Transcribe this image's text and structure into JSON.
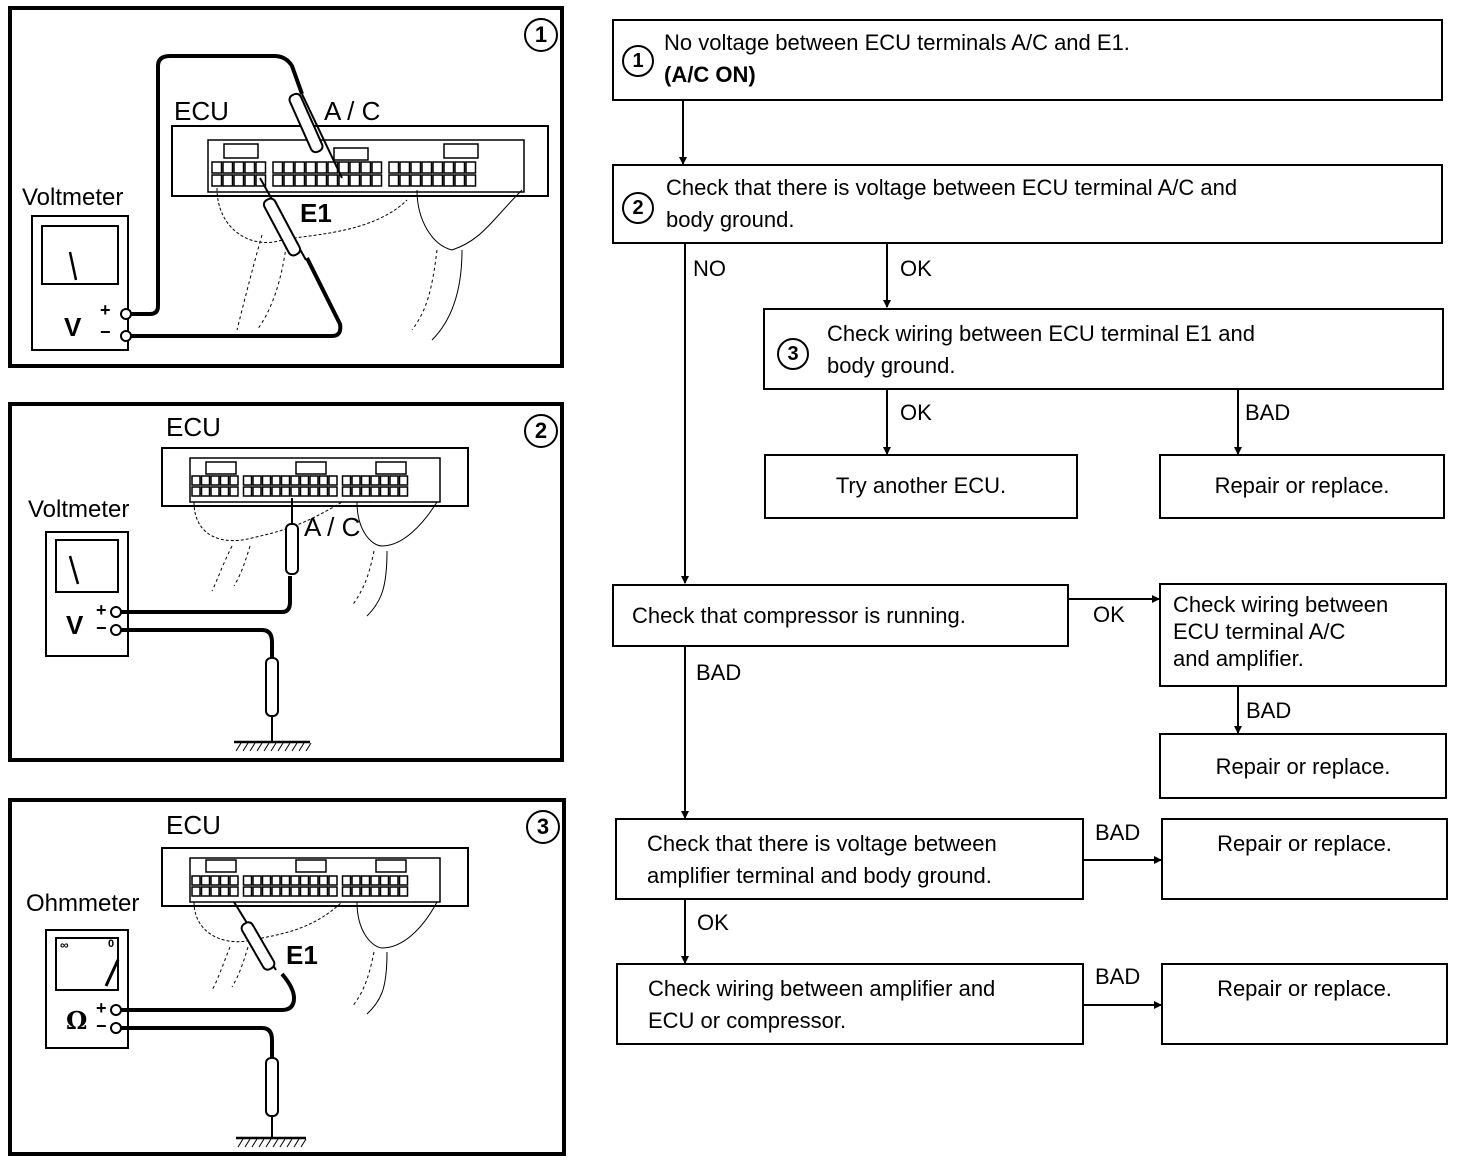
{
  "panels": [
    {
      "number": "1",
      "meter_label": "Voltmeter",
      "meter_symbol": "V",
      "ecu_label": "ECU",
      "terminal_labels": [
        "A / C",
        "E1"
      ],
      "plus": "+",
      "minus": "−"
    },
    {
      "number": "2",
      "meter_label": "Voltmeter",
      "meter_symbol": "V",
      "ecu_label": "ECU",
      "terminal_labels": [
        "A / C"
      ],
      "plus": "+",
      "minus": "−"
    },
    {
      "number": "3",
      "meter_label": "Ohmmeter",
      "meter_symbol": "Ω",
      "ecu_label": "ECU",
      "terminal_labels": [
        "E1"
      ],
      "plus": "+",
      "minus": "−",
      "scale_marks": [
        "∞",
        "0"
      ]
    }
  ],
  "flowchart": {
    "nodes": {
      "step1": {
        "number": "1",
        "text": "No voltage between ECU terminals A/C and E1.",
        "sub": "(A/C ON)"
      },
      "step2": {
        "number": "2",
        "line1": "Check that there is voltage between ECU terminal A/C and",
        "line2": "body ground."
      },
      "step3": {
        "number": "3",
        "line1": "Check wiring between ECU terminal E1 and",
        "line2": "body ground."
      },
      "try_ecu": {
        "text": "Try another ECU."
      },
      "repair1": {
        "text": "Repair or replace."
      },
      "compressor": {
        "text": "Check that compressor is running."
      },
      "wiring_ac_amp": {
        "line1": "Check wiring between",
        "line2": "ECU terminal A/C",
        "line3": "and amplifier."
      },
      "repair2": {
        "text": "Repair or replace."
      },
      "amp_voltage": {
        "line1": "Check that there is voltage between",
        "line2": "amplifier terminal and body ground."
      },
      "repair3": {
        "text": "Repair or replace."
      },
      "wiring_amp_ecu": {
        "line1": "Check wiring between amplifier and",
        "line2": "ECU or compressor."
      },
      "repair4": {
        "text": "Repair or replace."
      }
    },
    "edges": {
      "step2_no": "NO",
      "step2_ok": "OK",
      "step3_ok": "OK",
      "step3_bad": "BAD",
      "compressor_ok": "OK",
      "compressor_bad": "BAD",
      "wiring_ac_amp_bad": "BAD",
      "amp_voltage_bad": "BAD",
      "amp_voltage_ok": "OK",
      "wiring_amp_ecu_bad": "BAD"
    }
  }
}
